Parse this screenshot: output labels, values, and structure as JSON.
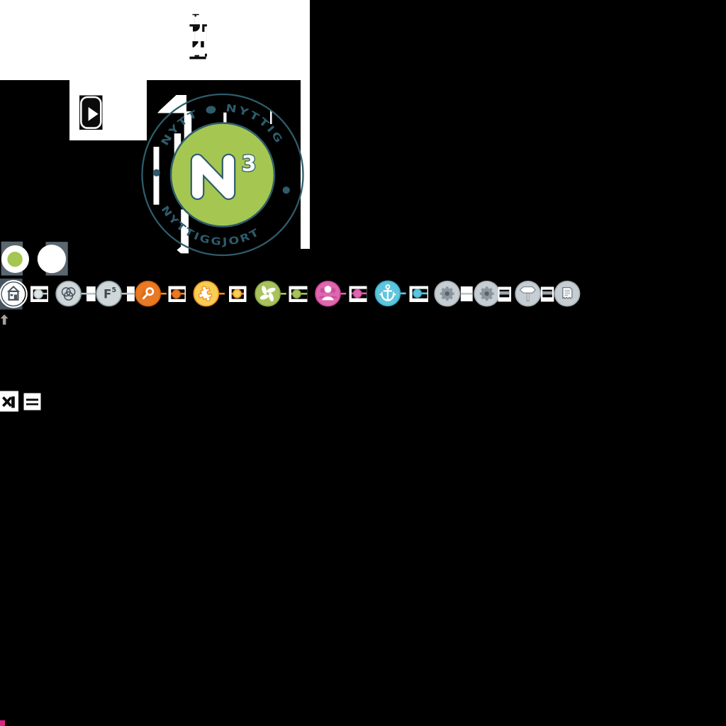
{
  "page": {
    "background_color": "#000000",
    "content_background": "#ffffff"
  },
  "logo_badge": {
    "monogram_letter": "N",
    "monogram_exponent": "3",
    "ring_text_top": "NYTT ● NYTTIG",
    "ring_text_bottom": "NYTTIGGJORT",
    "colors": {
      "teal": "#2e5c6b",
      "green": "#a5c751",
      "white": "#ffffff"
    }
  },
  "video_thumbnail": {
    "icon": "play-icon",
    "color": "#000000"
  },
  "status_tiles": {
    "tile_background": "#5a6670",
    "items": [
      {
        "icon": "green-dot-circle-icon",
        "dot_color": "#a5c751"
      },
      {
        "icon": "circle-icon",
        "dot_color": "#ffffff"
      }
    ]
  },
  "process_nav": {
    "items": [
      {
        "id": "home",
        "icon": "home-icon",
        "fill": "#47545e"
      },
      {
        "id": "venn",
        "icon": "venn-circles-icon",
        "fill": "#cfd7d9",
        "border": "#95a3aa"
      },
      {
        "id": "f5",
        "icon": "f5-label",
        "fill": "#cfd7d9",
        "border": "#95a3aa",
        "label_letter": "F",
        "label_sup": "5"
      },
      {
        "id": "search",
        "icon": "magnifier-icon",
        "fill": "#e87a25",
        "border": "#d96208"
      },
      {
        "id": "puzzle",
        "icon": "puzzle-icon",
        "fill": "#f6cd55",
        "border": "#ef8f1f"
      },
      {
        "id": "fan",
        "icon": "fan-icon",
        "fill": "#a9c25d",
        "border": "#8aa83f"
      },
      {
        "id": "people",
        "icon": "people-icon",
        "fill": "#df67ae",
        "border": "#d2439b"
      },
      {
        "id": "anchor",
        "icon": "anchor-icon",
        "fill": "#5ec5dc",
        "border": "#35aecd"
      },
      {
        "id": "gear-1",
        "icon": "gear-icon",
        "fill": "#c6ced3",
        "border": "#a6b1b7"
      },
      {
        "id": "gear-2",
        "icon": "gear-icon",
        "fill": "#c6ced3",
        "border": "#a6b1b7"
      },
      {
        "id": "signpost",
        "icon": "signpost-icon",
        "fill": "#c6ced3",
        "border": "#a6b1b7"
      },
      {
        "id": "document",
        "icon": "document-icon",
        "fill": "#c6ced3",
        "border": "#a6b1b7"
      }
    ],
    "connector_dots": [
      {
        "color": "#dde4e6",
        "ring": "#b7c3c7"
      },
      {
        "color": "#e87a25",
        "ring": "#d96208"
      },
      {
        "color": "#f6cd55",
        "ring": "#ef8f1f"
      },
      {
        "color": "#a9c25d",
        "ring": "#8aa83f"
      },
      {
        "color": "#df67ae",
        "ring": "#d2439b"
      },
      {
        "color": "#5ec5dc",
        "ring": "#35aecd"
      }
    ],
    "line_color": "#b9c4c8"
  },
  "equation": {
    "multiply_symbol": "×",
    "equals_symbol": "="
  },
  "scroll_hint": {
    "icon": "up-arrow-icon",
    "color": "#a8a29a"
  }
}
